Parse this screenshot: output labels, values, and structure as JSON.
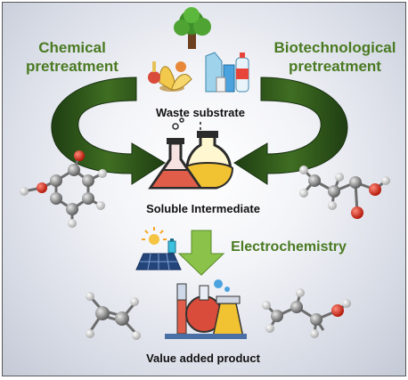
{
  "labels": {
    "chemical_pretreatment_line1": "Chemical",
    "chemical_pretreatment_line2": "pretreatment",
    "biotech_pretreatment_line1": "Biotechnological",
    "biotech_pretreatment_line2": "pretreatment",
    "waste_substrate": "Waste substrate",
    "soluble_intermediate": "Soluble Intermediate",
    "electrochemistry": "Electrochemistry",
    "value_added_product": "Value added product"
  },
  "colors": {
    "green_text": "#4a7a22",
    "arrow_dark": "#1f3d12",
    "arrow_light": "#5d9632",
    "electro_arrow": "#8bc34a"
  },
  "icons": [
    "tree-icon",
    "waste-food-icon",
    "plastic-waste-icon",
    "flask-pair-icon",
    "solar-panel-icon",
    "lab-equipment-icon",
    "molecule-ball-stick-icon"
  ]
}
